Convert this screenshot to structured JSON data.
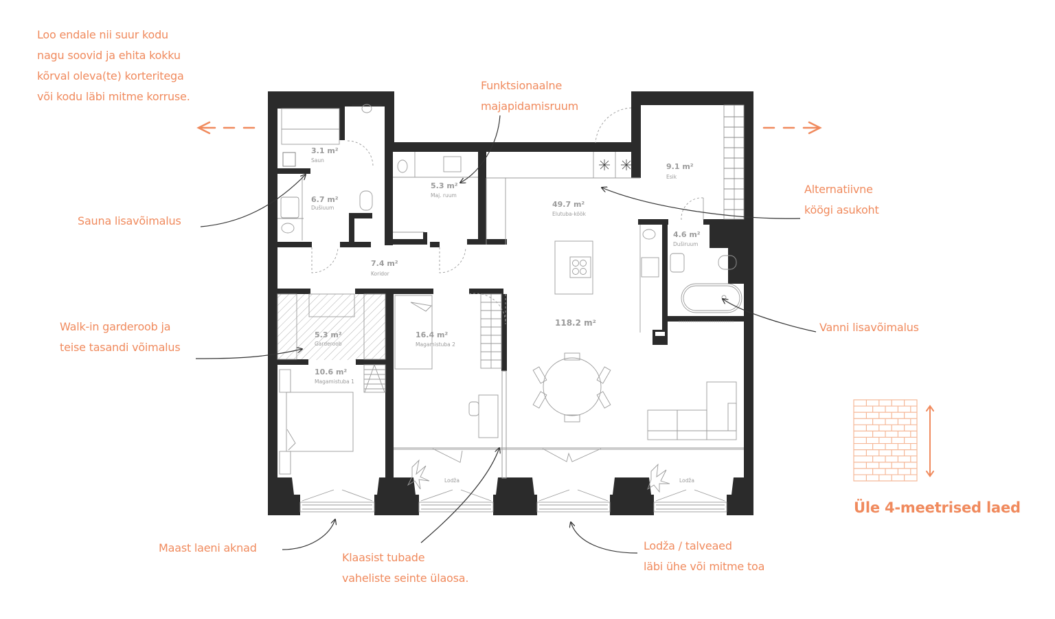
{
  "annotations": {
    "intro": [
      "Loo endale nii suur kodu",
      "nagu soovid ja ehita kokku",
      "kõrval oleva(te) korteritega",
      "või kodu läbi mitme korruse."
    ],
    "utility": [
      "Funktsionaalne",
      "majapidamisruum"
    ],
    "sauna": [
      "Sauna lisavõimalus"
    ],
    "walkin": [
      "Walk-in garderoob ja",
      "teise tasandi võimalus"
    ],
    "kitchen_alt": [
      "Alternatiivne",
      "köögi asukoht"
    ],
    "bath": [
      "Vanni lisavõimalus"
    ],
    "windows": [
      "Maast laeni aknad"
    ],
    "glass": [
      "Klaasist tubade",
      "vaheliste seinte ülaosa."
    ],
    "loggia": [
      "Lodža / talveaed",
      "läbi ühe või mitme toa"
    ],
    "ceiling": [
      "Üle 4-meetrised laed"
    ]
  },
  "rooms": {
    "saun": {
      "area": "3.1 m²",
      "name": "Saun"
    },
    "dush1": {
      "area": "6.7 m²",
      "name": "Dušiuum"
    },
    "maj": {
      "area": "5.3 m²",
      "name": "Maj. ruum"
    },
    "living": {
      "area": "49.7 m²",
      "name": "Elutuba-köök"
    },
    "eesik": {
      "area": "9.1 m²",
      "name": "Esik"
    },
    "dush2": {
      "area": "4.6 m²",
      "name": "Duširuum"
    },
    "koridor": {
      "area": "7.4 m²",
      "name": "Koridor"
    },
    "garderoob": {
      "area": "5.3 m²",
      "name": "Garderoob"
    },
    "mag2": {
      "area": "16.4 m²",
      "name": "Magamistuba 2"
    },
    "mag1": {
      "area": "10.6 m²",
      "name": "Magamistuba 1"
    },
    "total": {
      "area": "118.2 m²"
    },
    "lodza1": {
      "name": "Lodža"
    },
    "lodza2": {
      "name": "Lodža"
    }
  },
  "icons": {
    "arrow_left": "dashed-arrow-left-icon",
    "arrow_right": "dashed-arrow-right-icon",
    "brick": "brick-wall-icon",
    "height": "double-arrow-vertical-icon"
  },
  "colors": {
    "accent": "#f08a5d",
    "wall": "#2b2b2b",
    "fixture": "#9a9a9a",
    "leader": "#333333"
  }
}
